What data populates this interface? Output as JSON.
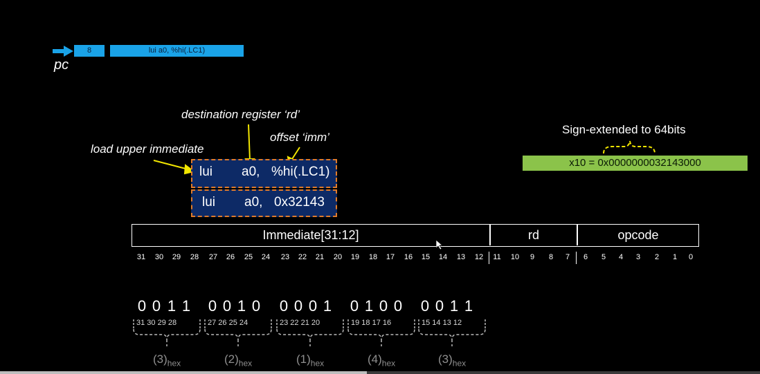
{
  "pc_row": {
    "address": "8",
    "instruction": "lui a0, %hi(.LC1)",
    "label": "pc"
  },
  "annotations": {
    "dest_reg": "destination register ‘rd’",
    "offset": "offset ‘imm’",
    "load_upper": "load upper immediate"
  },
  "instr1": {
    "op": "lui",
    "rd": "a0,",
    "imm": "%hi(.LC1)"
  },
  "instr2": {
    "op": "lui",
    "rd": "a0,",
    "imm": "0x32143"
  },
  "sign_ext": {
    "label": "Sign-extended to 64bits",
    "value": "x10 = 0x0000000032143000"
  },
  "encoding": {
    "fields": [
      {
        "label": "Immediate[31:12]"
      },
      {
        "label": "rd"
      },
      {
        "label": "opcode"
      }
    ],
    "bit_numbers": [
      "31",
      "30",
      "29",
      "28",
      "27",
      "26",
      "25",
      "24",
      "23",
      "22",
      "21",
      "20",
      "19",
      "18",
      "17",
      "16",
      "15",
      "14",
      "13",
      "12",
      "11",
      "10",
      "9",
      "8",
      "7",
      "6",
      "5",
      "4",
      "3",
      "2",
      "1",
      "0"
    ]
  },
  "imm_bits": [
    "0",
    "0",
    "1",
    "1",
    "0",
    "0",
    "1",
    "0",
    "0",
    "0",
    "0",
    "1",
    "0",
    "1",
    "0",
    "0",
    "0",
    "0",
    "1",
    "1"
  ],
  "groups": [
    {
      "bits": "31   30   29   28",
      "hex": "(3)",
      "sub": "hex"
    },
    {
      "bits": "27   26   25   24",
      "hex": "(2)",
      "sub": "hex"
    },
    {
      "bits": "23   22   21   20",
      "hex": "(1)",
      "sub": "hex"
    },
    {
      "bits": "19   18   17   16",
      "hex": "(4)",
      "sub": "hex"
    },
    {
      "bits": "15   14   13   12",
      "hex": "(3)",
      "sub": "hex"
    }
  ],
  "colors": {
    "pc_blue": "#1aa3e8",
    "instr_bg": "#0d2a66",
    "dash_orange": "#e07b2a",
    "arrow_yellow": "#f2e600",
    "green": "#8bc34a"
  }
}
